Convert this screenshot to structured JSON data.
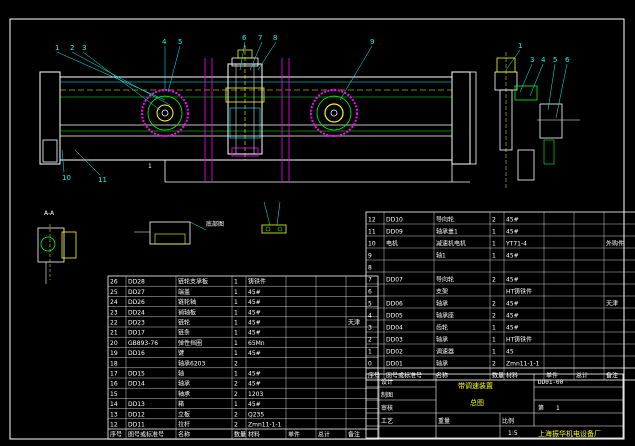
{
  "drawing": {
    "title_main": "带调速装置",
    "title_sub": "总图",
    "drawing_no": "DD01-00",
    "weight_label": "重量",
    "scale_label": "比例",
    "scale_value": "1:5",
    "sheet_label": "第",
    "sheet_value": "1",
    "company": "上海振华机电设备厂",
    "roles": [
      "设计",
      "制图",
      "审核",
      "工艺"
    ],
    "section_label": "A-A",
    "detail_label": "底部图"
  },
  "colors": {
    "frame": "#ffffff",
    "drawing": "#ffffff",
    "cyan": "#00ffff",
    "yellow": "#ffff00",
    "magenta": "#ff00ff",
    "green": "#00ff00",
    "gold": "#ffff00"
  },
  "left_table": {
    "header": [
      "序号",
      "图号或标准号",
      "名称",
      "数量",
      "材料",
      "单件",
      "总计",
      "备注"
    ],
    "rows": [
      [
        "26",
        "DD28",
        "链轮支承板",
        "1",
        "铸铁件",
        "",
        "",
        ""
      ],
      [
        "25",
        "DD27",
        "端盖",
        "1",
        "45#",
        "",
        "",
        ""
      ],
      [
        "24",
        "DD26",
        "链轮轴",
        "1",
        "45#",
        "",
        "",
        ""
      ],
      [
        "23",
        "DD24",
        "销轴板",
        "1",
        "45#",
        "",
        "",
        ""
      ],
      [
        "22",
        "DD23",
        "链轮",
        "1",
        "45#",
        "",
        "",
        "天津"
      ],
      [
        "21",
        "DD17",
        "链条",
        "1",
        "45#",
        "",
        "",
        ""
      ],
      [
        "20",
        "GB893-76",
        "弹性挡圈",
        "1",
        "65Mn",
        "",
        "",
        ""
      ],
      [
        "19",
        "DD16",
        "键",
        "1",
        "45#",
        "",
        "",
        ""
      ],
      [
        "18",
        "",
        "轴承6203",
        "2",
        "",
        "",
        "",
        ""
      ],
      [
        "17",
        "DD15",
        "轴",
        "1",
        "45#",
        "",
        "",
        ""
      ],
      [
        "16",
        "DD14",
        "轴承",
        "2",
        "45#",
        "",
        "",
        ""
      ],
      [
        "15",
        "",
        "轴承",
        "2",
        "1203",
        "",
        "",
        ""
      ],
      [
        "14",
        "DD13",
        "箱",
        "1",
        "45#",
        "",
        "",
        ""
      ],
      [
        "13",
        "DD12",
        "立板",
        "2",
        "Q235",
        "",
        "",
        ""
      ],
      [
        "12",
        "DD11",
        "拉杆",
        "2",
        "Zmn11-1-1",
        "",
        "",
        ""
      ]
    ]
  },
  "right_table": {
    "header": [
      "序号",
      "图号或标准号",
      "名称",
      "数量",
      "材料",
      "单件",
      "总计",
      "备注"
    ],
    "rows": [
      [
        "12",
        "DD10",
        "导向轮",
        "2",
        "45#",
        "",
        "",
        ""
      ],
      [
        "11",
        "DD09",
        "轴承盖1",
        "1",
        "45#",
        "",
        "",
        ""
      ],
      [
        "10",
        "电机",
        "减速机电机",
        "1",
        "YT71-4",
        "",
        "",
        "外购件"
      ],
      [
        "9",
        "",
        "轴1",
        "1",
        "45#",
        "",
        "",
        ""
      ],
      [
        "8",
        "",
        "",
        "",
        "",
        "",
        "",
        ""
      ],
      [
        "7",
        "DD07",
        "导向轮",
        "2",
        "45#",
        "",
        "",
        ""
      ],
      [
        "6",
        "",
        "支架",
        "",
        "HT铸铁件",
        "",
        "",
        ""
      ],
      [
        "5",
        "DD06",
        "轴承",
        "2",
        "45#",
        "",
        "",
        "天津"
      ],
      [
        "4",
        "DD05",
        "轴承座",
        "2",
        "45#",
        "",
        "",
        ""
      ],
      [
        "3",
        "DD04",
        "齿轮",
        "1",
        "45#",
        "",
        "",
        ""
      ],
      [
        "2",
        "DD03",
        "轴承",
        "1",
        "HT铸铁件",
        "",
        "",
        ""
      ],
      [
        "1",
        "DD02",
        "调速器",
        "1",
        "45",
        "",
        "",
        ""
      ],
      [
        "0",
        "DD01",
        "轴承",
        "2",
        "Zmn11-1-1",
        "",
        "",
        ""
      ]
    ]
  }
}
